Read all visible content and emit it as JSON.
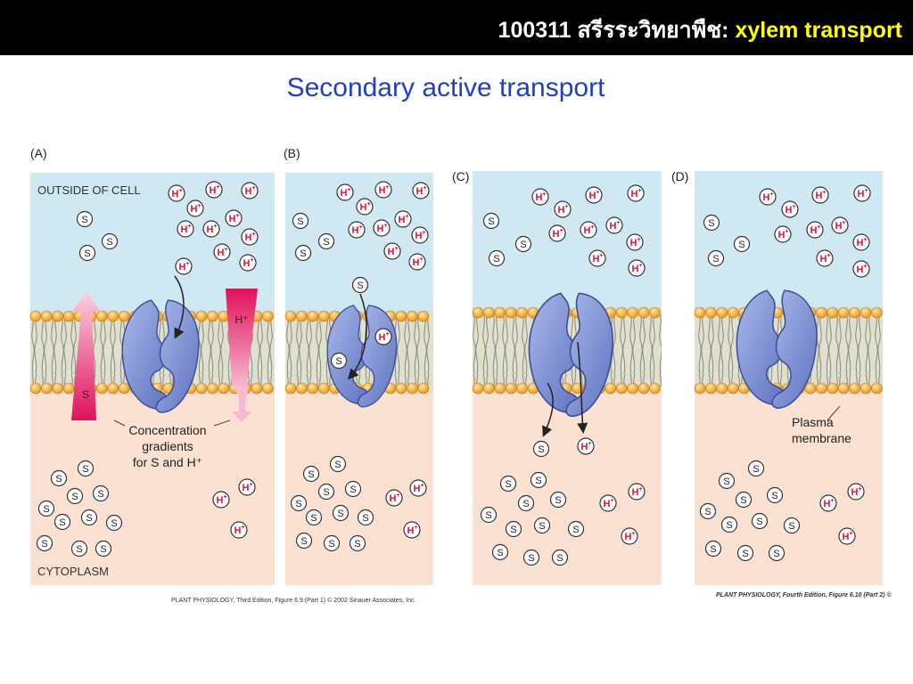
{
  "header": {
    "course_code": "100311 สรีรระวิทยาพืช: ",
    "topic": "xylem transport"
  },
  "title": "Secondary active transport",
  "colors": {
    "header_bg": "#000000",
    "title_blue": "#1f3fc4",
    "topic_yellow": "#ffff00",
    "outside_blue": "#cfe8f2",
    "cytoplasm_peach": "#fbe1d2",
    "transporter_blue": "#7f93d4",
    "proton_red": "#d9163c"
  },
  "labels": {
    "panel_a": "(A)",
    "panel_b": "(B)",
    "panel_c": "(C)",
    "panel_d": "(D)",
    "outside": "OUTSIDE OF CELL",
    "cytoplasm": "CYTOPLASM",
    "gradient_line1": "Concentration",
    "gradient_line2": "gradients",
    "gradient_line3": "for S and H⁺",
    "plasma_line1": "Plasma",
    "plasma_line2": "membrane",
    "s_arrow": "S",
    "h_arrow": "H⁺",
    "s": "S",
    "h": "H",
    "plus": "+"
  },
  "credits": {
    "left": "PLANT PHYSIOLOGY, Third Edition, Figure 6.9 (Part 1)  © 2002 Sinauer Associates, Inc.",
    "right": "PLANT PHYSIOLOGY, Fourth Edition, Figure 6.10 (Part 2)  ©"
  }
}
